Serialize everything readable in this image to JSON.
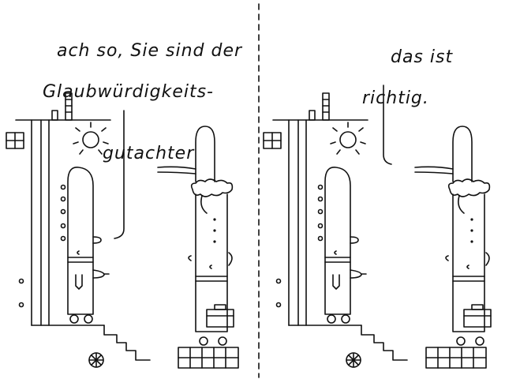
{
  "panels": [
    {
      "speech": {
        "line1": "ach so, Sie sind der",
        "line2": "Glaubwürdigkeits-",
        "line3": "gutachter"
      }
    },
    {
      "speech": {
        "line1": "das ist",
        "line2": "richtig."
      }
    }
  ],
  "colors": {
    "ink": "#111111",
    "paper": "#ffffff"
  }
}
